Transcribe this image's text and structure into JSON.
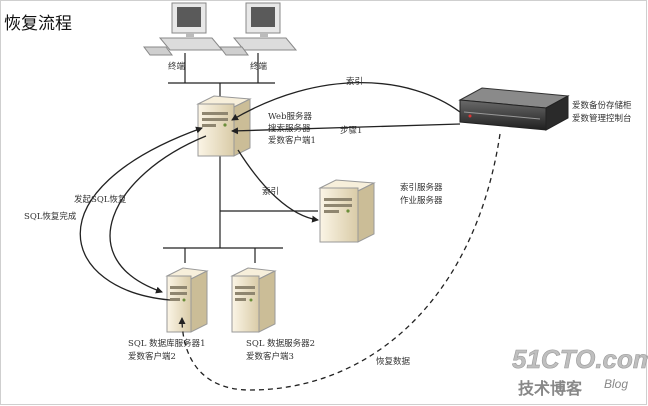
{
  "title": "恢复流程",
  "terminal_label_1": "终端",
  "terminal_label_2": "终端",
  "web_server_lines": [
    "Web服务器",
    "搜索服务器",
    "爱数客户端1"
  ],
  "index_server_lines": [
    "索引服务器",
    "作业服务器"
  ],
  "sql1_lines": [
    "SQL 数据库服务器1",
    "爱数客户端2"
  ],
  "sql2_lines": [
    "SQL 数据服务器2",
    "爱数客户端3"
  ],
  "storage_lines": [
    "爱数备份存储柜",
    "爱数管理控制台"
  ],
  "flow_labels": {
    "index_top": "索引",
    "step1": "步骤1",
    "index_mid": "索引",
    "initiate_sql_restore": "发起SQL恢复",
    "sql_restore_done": "SQL恢复完成",
    "restore_data": "恢复数据"
  },
  "watermark": {
    "site": "51CTO.com",
    "tagline": "技术博客",
    "blog": "Blog"
  },
  "colors": {
    "line": "#222222",
    "server_body": "#f0e6cc",
    "server_shade": "#d7c9a4",
    "rack": "#3c3c3c",
    "watermark": "#bfbfbf"
  }
}
